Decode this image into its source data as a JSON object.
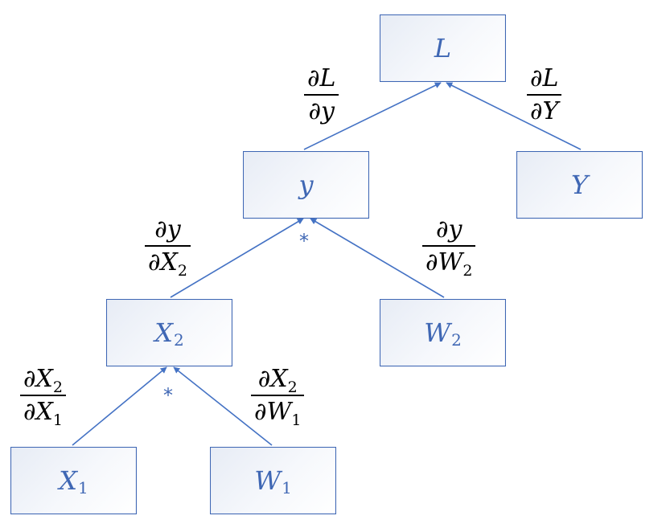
{
  "colors": {
    "node_border": "#3f67b4",
    "node_text": "#3f67b4",
    "edge": "#4472c4",
    "label_text": "#000000"
  },
  "nodes": {
    "L": {
      "symbol": "L",
      "sub": ""
    },
    "y": {
      "symbol": "y",
      "sub": ""
    },
    "Y": {
      "symbol": "Y",
      "sub": ""
    },
    "X2": {
      "symbol": "X",
      "sub": "2"
    },
    "W2": {
      "symbol": "W",
      "sub": "2"
    },
    "X1": {
      "symbol": "X",
      "sub": "1"
    },
    "W1": {
      "symbol": "W",
      "sub": "1"
    }
  },
  "gradients": {
    "dL_dy": {
      "num": "∂L",
      "num_sub": "",
      "den": "∂y",
      "den_sub": ""
    },
    "dL_dY": {
      "num": "∂L",
      "num_sub": "",
      "den": "∂Y",
      "den_sub": ""
    },
    "dy_dX2": {
      "num": "∂y",
      "num_sub": "",
      "den": "∂X",
      "den_sub": "2"
    },
    "dy_dW2": {
      "num": "∂y",
      "num_sub": "",
      "den": "∂W",
      "den_sub": "2"
    },
    "dX2_dX1": {
      "num": "∂X",
      "num_sub": "2",
      "den": "∂X",
      "den_sub": "1"
    },
    "dX2_dW1": {
      "num": "∂X",
      "num_sub": "2",
      "den": "∂W",
      "den_sub": "1"
    }
  },
  "operators": {
    "mul_y": "*",
    "mul_x2": "*"
  }
}
